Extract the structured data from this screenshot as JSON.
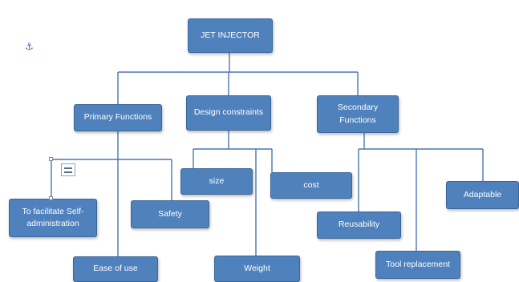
{
  "diagram": {
    "root": "JET INJECTOR",
    "categories": {
      "primary": "Primary Functions",
      "design": "Design constraints",
      "secondary_line1": "Secondary",
      "secondary_line2": "Functions"
    },
    "primary_children": {
      "self_admin_line1": "To facilitate Self-",
      "self_admin_line2": "administration",
      "safety": "Safety",
      "ease_of_use": "Ease of use"
    },
    "design_children": {
      "size": "size",
      "cost": "cost",
      "weight": "Weight"
    },
    "secondary_children": {
      "adaptable": "Adaptable",
      "reusability": "Reusability",
      "tool_replacement": "Tool replacement"
    }
  },
  "colors": {
    "node_fill": "#4f81bd",
    "node_border": "#3b6797",
    "node_text": "#ffffff",
    "connector": "#4a76b2"
  },
  "icons": {
    "anchor": "anchor-icon",
    "layout_options": "layout-options-icon"
  }
}
